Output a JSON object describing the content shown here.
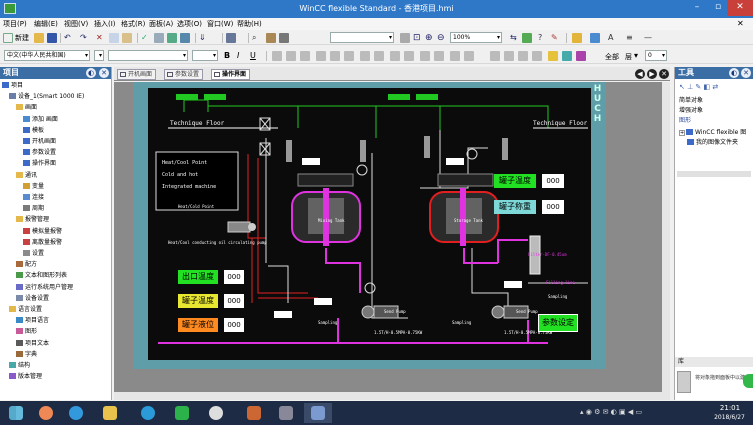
{
  "window": {
    "title": "WinCC flexible Standard - 香港项目.hmi"
  },
  "menubar": [
    "项目(P)",
    "编辑(E)",
    "视图(V)",
    "插入(I)",
    "格式(R)",
    "面板(A)",
    "选项(O)",
    "窗口(W)",
    "帮助(H)"
  ],
  "toolbar1": {
    "new_label": "新建",
    "zoom_value": "100%"
  },
  "toolbar2": {
    "language_combo": "中文(中华人民共和国)",
    "all_label": "全部",
    "layer_label": "层",
    "layer_value": "0"
  },
  "project_panel": {
    "title": "项目",
    "tree": [
      {
        "label": "项目",
        "level": 0,
        "icon": "project-icon"
      },
      {
        "label": "设备_1(Smart 1000 IE)",
        "level": 1,
        "icon": "device-icon"
      },
      {
        "label": "画面",
        "level": 2,
        "icon": "folder-icon"
      },
      {
        "label": "添加 画面",
        "level": 3,
        "icon": "add-screen-icon"
      },
      {
        "label": "模板",
        "level": 3,
        "icon": "screen-icon"
      },
      {
        "label": "开机画面",
        "level": 3,
        "icon": "screen-icon"
      },
      {
        "label": "参数设置",
        "level": 3,
        "icon": "screen-icon"
      },
      {
        "label": "操作界面",
        "level": 3,
        "icon": "screen-icon"
      },
      {
        "label": "通讯",
        "level": 2,
        "icon": "folder-icon"
      },
      {
        "label": "变量",
        "level": 3,
        "icon": "tags-icon"
      },
      {
        "label": "连接",
        "level": 3,
        "icon": "connection-icon"
      },
      {
        "label": "周期",
        "level": 3,
        "icon": "cycle-icon"
      },
      {
        "label": "报警管理",
        "level": 2,
        "icon": "folder-icon"
      },
      {
        "label": "模拟量报警",
        "level": 3,
        "icon": "alarm-icon"
      },
      {
        "label": "离散量报警",
        "level": 3,
        "icon": "alarm-icon"
      },
      {
        "label": "设置",
        "level": 3,
        "icon": "settings-icon"
      },
      {
        "label": "配方",
        "level": 2,
        "icon": "recipe-icon"
      },
      {
        "label": "文本和图形列表",
        "level": 2,
        "icon": "list-icon"
      },
      {
        "label": "运行系统用户管理",
        "level": 2,
        "icon": "users-icon"
      },
      {
        "label": "设备设置",
        "level": 2,
        "icon": "device-settings-icon"
      },
      {
        "label": "语言设置",
        "level": 1,
        "icon": "folder-icon"
      },
      {
        "label": "项目语言",
        "level": 2,
        "icon": "language-icon"
      },
      {
        "label": "图形",
        "level": 2,
        "icon": "graphics-icon"
      },
      {
        "label": "项目文本",
        "level": 2,
        "icon": "text-icon"
      },
      {
        "label": "字典",
        "level": 2,
        "icon": "dictionary-icon"
      },
      {
        "label": "结构",
        "level": 1,
        "icon": "structure-icon"
      },
      {
        "label": "版本管理",
        "level": 1,
        "icon": "version-icon"
      }
    ]
  },
  "tabs": [
    {
      "label": "开机画面",
      "active": false
    },
    {
      "label": "参数设置",
      "active": false
    },
    {
      "label": "操作界面",
      "active": true
    }
  ],
  "hmi": {
    "floor_labels": [
      "Technique Floor",
      "Technique Floor"
    ],
    "point_labels": [
      "Heat/Cool Point",
      "Cold and hot",
      "Integrated machine",
      "Heat/Cold Point"
    ],
    "pump_label": "Heat/Cool conducting oil circulating pump",
    "tank1_label": "Mixing Tank",
    "tank2_label": "Storage Tank",
    "filter_label": "Filter-DF-0.45um",
    "filling_label": "Filling line",
    "sampling_labels": [
      "Sampling",
      "Sampling",
      "Sampling"
    ],
    "pump_labels": [
      "Send Pump",
      "Send Pump"
    ],
    "pump_model_labels": [
      "1.5T/H-0.5MPA-0.75KW",
      "1.5T/H-0.5MPA-0.75KW"
    ],
    "brand": "HUCH",
    "value_box": "000",
    "indicators": [
      {
        "label": "罐子温度",
        "value": "000"
      },
      {
        "label": "罐子称重",
        "value": "000"
      },
      {
        "label": "出口温度",
        "value": "000"
      },
      {
        "label": "罐子温度",
        "value": "000"
      },
      {
        "label": "罐子液位",
        "value": "000"
      }
    ],
    "param_button": "参数设定"
  },
  "tools_panel": {
    "title": "工具",
    "sections": [
      "简单对象",
      "增强对象",
      "图形"
    ],
    "graphics_tree": [
      "WinCC flexible 图",
      "我的图像文件夹"
    ],
    "footer_hint": "将对象拖到面板中以建",
    "footer_caption": "库"
  },
  "taskbar": {
    "time": "21:01",
    "date": "2018/6/27"
  },
  "colors": {
    "titlebar": "#2f78c8",
    "panel_title": "#3a6ea5",
    "hmi_bg": "#0b0b0b",
    "teal_frame": "#5f9ea8",
    "green_label": "#22e022",
    "orange_label": "#ff8a20",
    "magenta": "#e033e0"
  }
}
